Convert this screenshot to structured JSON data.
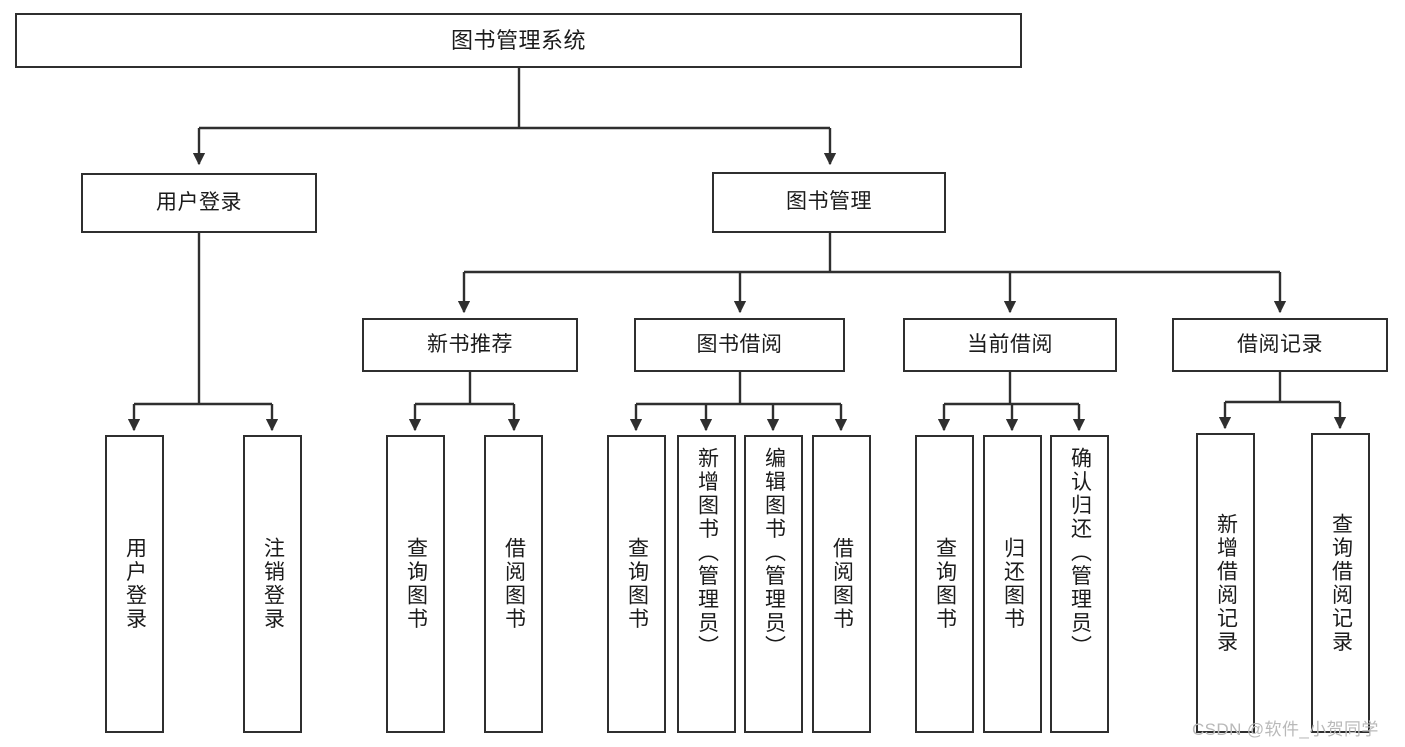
{
  "diagram": {
    "title": "图书管理系统",
    "type": "tree",
    "style": {
      "background": "#ffffff",
      "border_color": "#2f2f2f",
      "text_color": "#1b1b1b",
      "watermark_color": "#b9b9b9"
    },
    "root": {
      "label": "图书管理系统"
    },
    "level2": [
      {
        "label": "用户登录"
      },
      {
        "label": "图书管理"
      }
    ],
    "level3": [
      {
        "label": "新书推荐"
      },
      {
        "label": "图书借阅"
      },
      {
        "label": "当前借阅"
      },
      {
        "label": "借阅记录"
      }
    ],
    "leaves": {
      "user_login": [
        {
          "label": "用户登录"
        },
        {
          "label": "注销登录"
        }
      ],
      "new_book_recommend": [
        {
          "label": "查询图书"
        },
        {
          "label": "借阅图书"
        }
      ],
      "book_borrow": [
        {
          "label": "查询图书"
        },
        {
          "label": "新增图书（管理员）"
        },
        {
          "label": "编辑图书（管理员）"
        },
        {
          "label": "借阅图书"
        }
      ],
      "current_borrow": [
        {
          "label": "查询图书"
        },
        {
          "label": "归还图书"
        },
        {
          "label": "确认归还（管理员）"
        }
      ],
      "borrow_record": [
        {
          "label": "新增借阅记录"
        },
        {
          "label": "查询借阅记录"
        }
      ]
    }
  },
  "watermark": {
    "text": "CSDN @软件_小贺同学"
  }
}
